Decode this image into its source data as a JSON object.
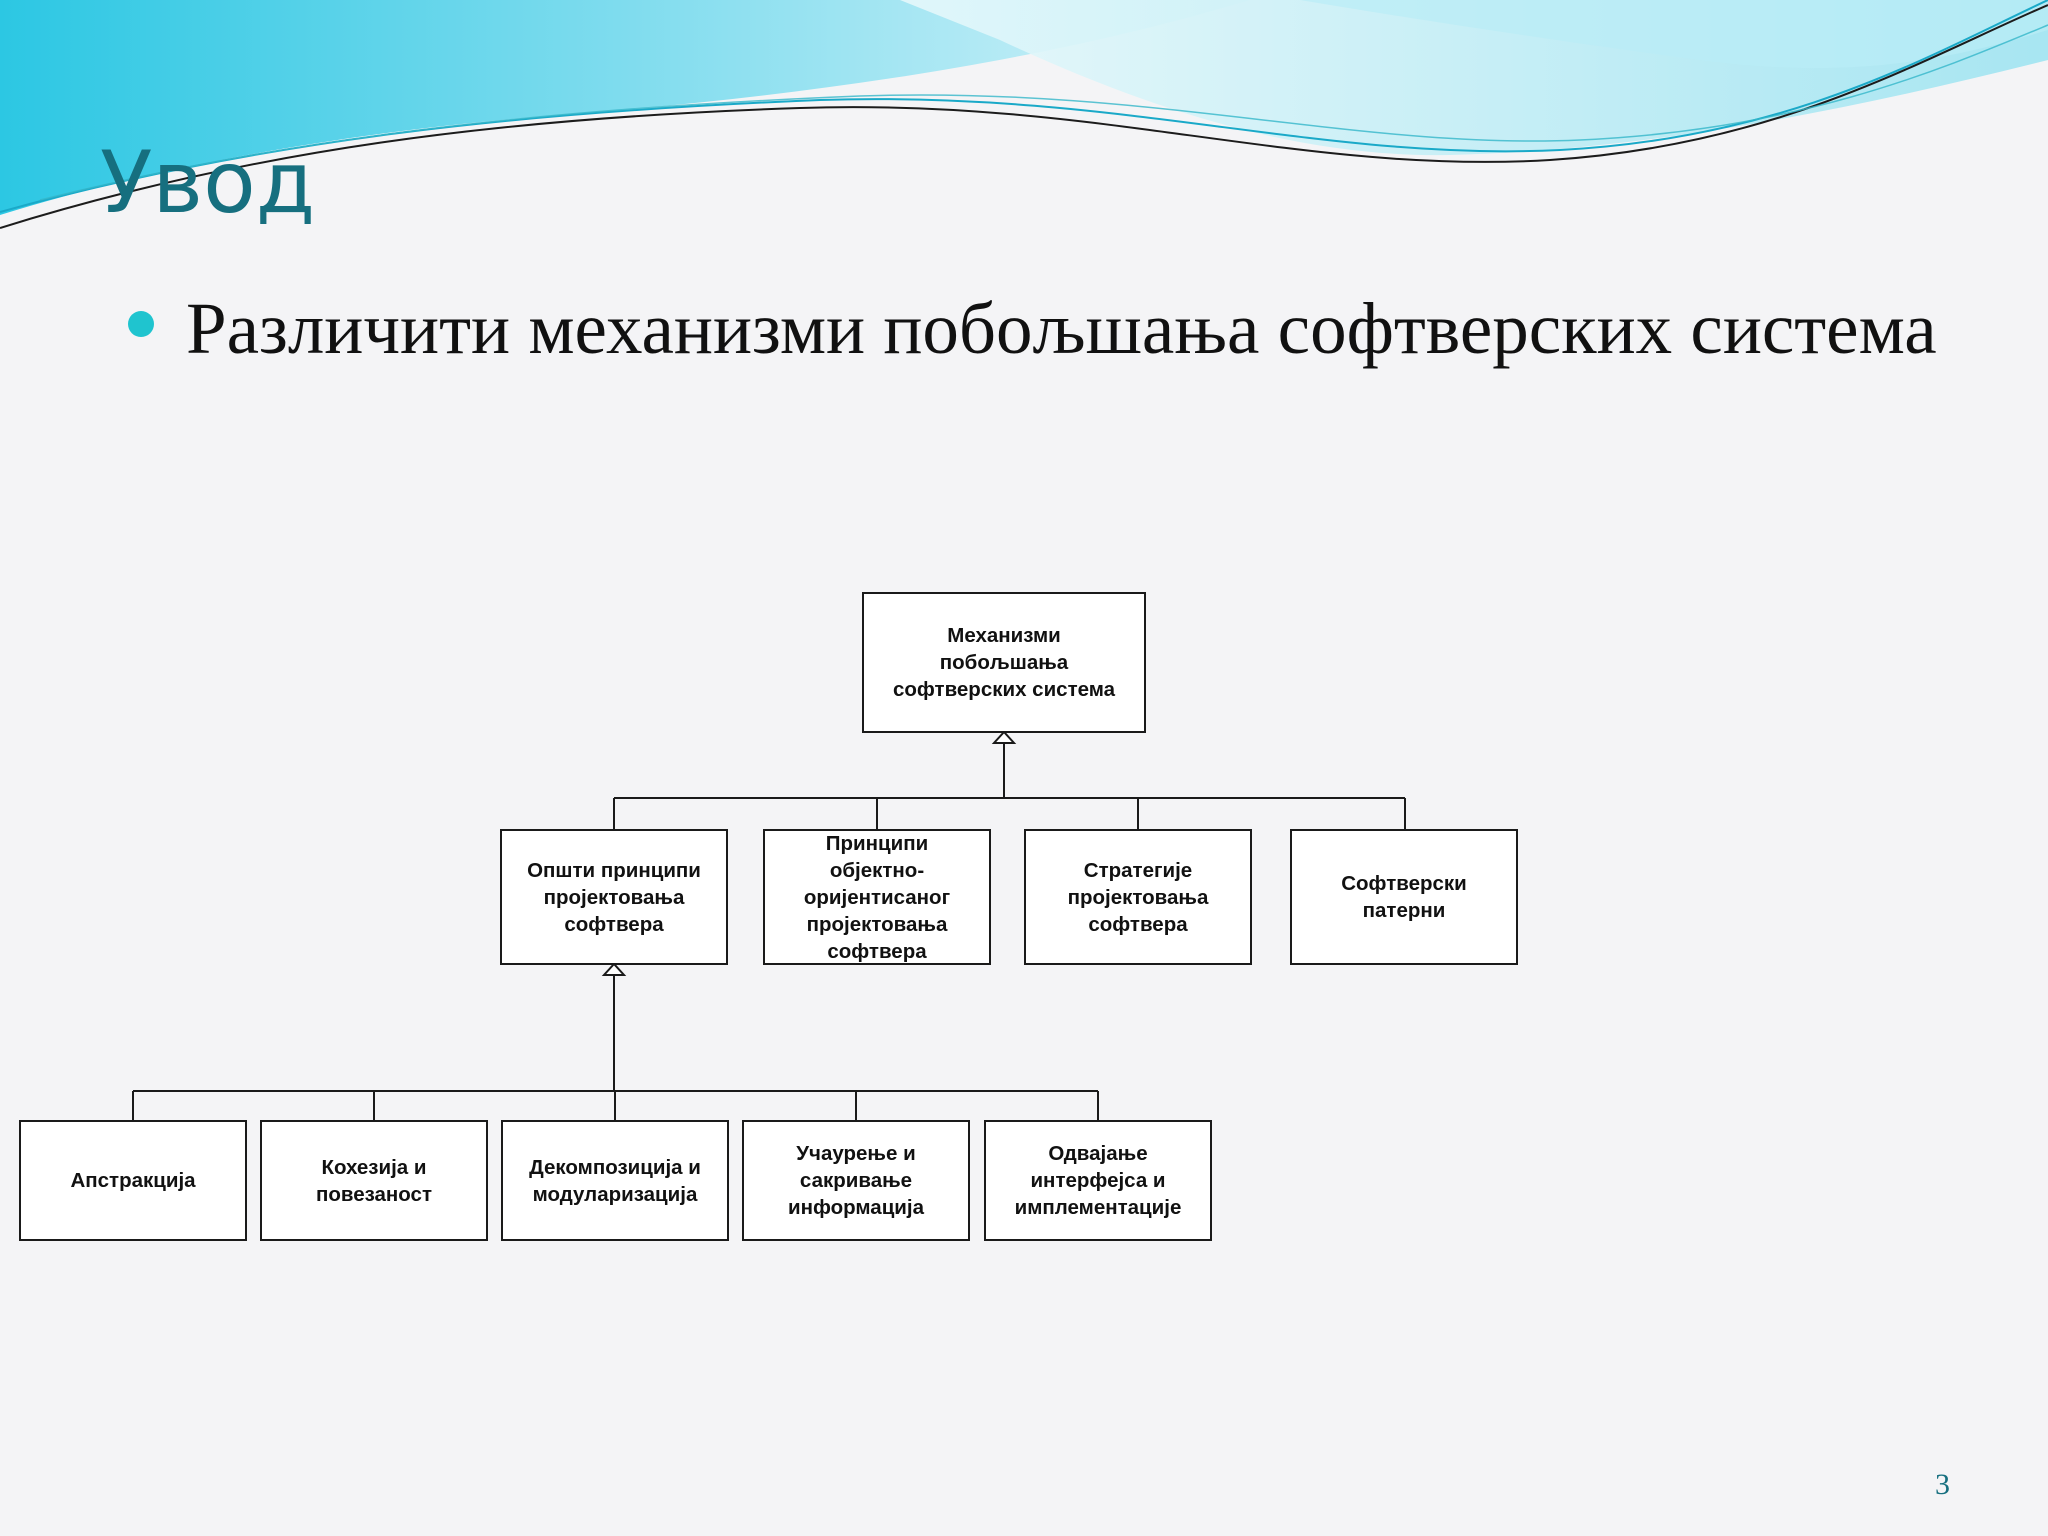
{
  "slide": {
    "title": "Увод",
    "bullet": "Различити механизми побољшања софтверских система",
    "page_number": "3"
  },
  "diagram": {
    "root": "Механизми\nпобољшања\nсофтверских система",
    "level1": [
      "Општи принципи\nпројектовања\nсофтвера",
      "Принципи\nобјектно-\nоријентисаног\nпројектовања\nсофтвера",
      "Стратегије\nпројектовања\nсофтвера",
      "Софтверски\nпатерни"
    ],
    "level2": [
      "Апстракција",
      "Кохезија и\nповезаност",
      "Декомпозиција и\nмодуларизација",
      "Учаурење и\nсакривање\nинформација",
      "Одвајање\nинтерфејса и\nимплементације"
    ]
  },
  "colors": {
    "title": "#166f7f",
    "bullet": "#1fc4cf",
    "wave_light": "#c8eef5",
    "wave_mid": "#5fd3ea",
    "wave_dark": "#1aa9c8"
  }
}
